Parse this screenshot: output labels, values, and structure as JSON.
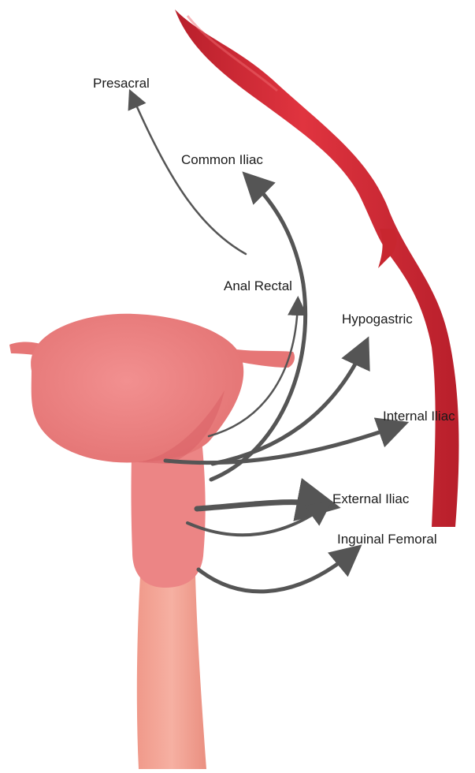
{
  "diagram": {
    "labels": {
      "presacral": "Presacral",
      "common_iliac": "Common Iliac",
      "anal_rectal": "Anal Rectal",
      "hypogastric": "Hypogastric",
      "internal_iliac": "Internal Iliac",
      "external_iliac": "External Iliac",
      "inguinal_femoral": "Inguinal Femoral"
    },
    "colors": {
      "artery": "#d42a35",
      "artery_highlight": "#ef6a70",
      "uterus": "#ec8080",
      "uterus_shadow": "#d86066",
      "cervix": "#ee8888",
      "vagina": "#f2a090",
      "arrow": "#555555"
    },
    "icons": [
      "artery-shape",
      "uterus-shape",
      "cervix-shape",
      "vagina-shape",
      "lymphatic-arrow"
    ]
  }
}
